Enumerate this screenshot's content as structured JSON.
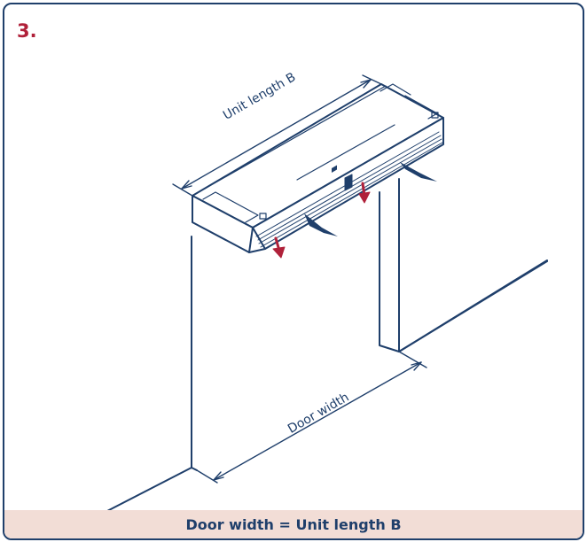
{
  "figure": {
    "step_number": "3.",
    "dimension_unit_label": "Unit length B",
    "dimension_door_label": "Door width",
    "caption": "Door width = Unit length B"
  },
  "colors": {
    "line": "#1f3f6b",
    "arrow_red": "#b0213a",
    "caption_bg": "#f2ddd6",
    "caption_text": "#1f3f6b"
  }
}
